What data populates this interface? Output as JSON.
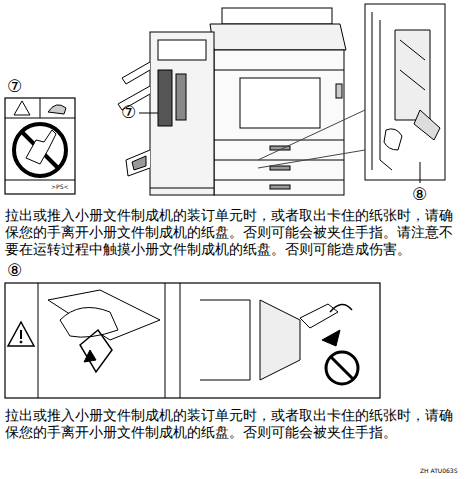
{
  "diagram": {
    "labels": [
      "⑦",
      ">PS<",
      "⑦",
      "⑧",
      "拉出或推入小册文件制成机的装订单元时，或者取出卡住的纸张时，请确保您的手离开小册文件制成机的纸盘。否则可能会被夹住手指。请注意不要在运转过程中触摸小册文件制成机的纸盘。否则可能造成伤害。",
      "⑧",
      "拉出或推入小册文件制成机的装订单元时，或者取出卡住的纸张时，请确保您的手离开小册文件制成机的纸盘。否则可能会被夹住手指。",
      "ZH ATU063S"
    ]
  }
}
